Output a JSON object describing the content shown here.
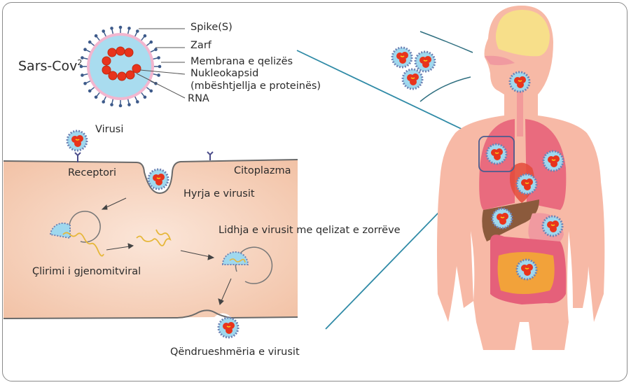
{
  "virus_structure": {
    "title": "Sars-Cov",
    "title_superscript": "2",
    "labels": {
      "spike": "Spike(S)",
      "envelope": "Zarf",
      "membrane": "Membrana e qelizës",
      "nucleocapsid": "Nukleokapsid",
      "nucleocapsid_note": "(mbështjellja e proteinës)",
      "rna": "RNA"
    }
  },
  "cell_cycle": {
    "virus": "Virusi",
    "receptor": "Receptori",
    "cytoplasm": "Citoplazma",
    "entry": "Hyrja e virusit",
    "genome_release": "Çlirimi i gjenomitviral",
    "binding": "Lidhja e virusit me qelizat e zorrëve",
    "persistence": "Qëndrueshmëria e virusit"
  },
  "colors": {
    "virus_body": "#9fd8ee",
    "virus_core": "#e8341c",
    "spike": "#3d5a8a",
    "cytoplasm": "#f4c9b0",
    "skin": "#f7b9a6",
    "lungs": "#e96b7e",
    "liver": "#8b5a3c",
    "intestine": "#f2a23a",
    "colon": "#e5607a",
    "brain": "#f7df8a",
    "connector": "#2f8aa6"
  }
}
